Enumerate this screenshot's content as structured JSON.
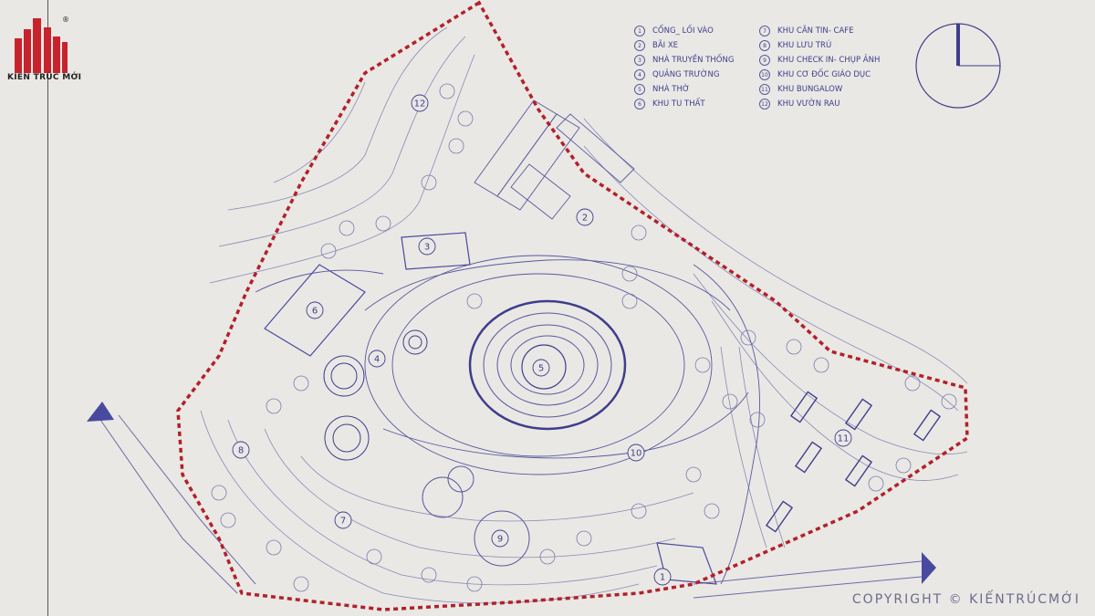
{
  "logo": {
    "brand": "KIEN TRÚC MỚI",
    "registered": "®"
  },
  "legend": [
    {
      "num": "1",
      "label": "CỔNG_ LỐI VÀO"
    },
    {
      "num": "2",
      "label": "BÃI XE"
    },
    {
      "num": "3",
      "label": "NHÀ TRUYỀN THỐNG"
    },
    {
      "num": "4",
      "label": "QUẢNG TRƯỜNG"
    },
    {
      "num": "5",
      "label": "NHÀ THỜ"
    },
    {
      "num": "6",
      "label": "KHU TU THẤT"
    },
    {
      "num": "7",
      "label": "KHU CĂN TIN- CAFE"
    },
    {
      "num": "8",
      "label": "KHU LƯU TRÚ"
    },
    {
      "num": "9",
      "label": "KHU CHECK IN- CHỤP ẢNH"
    },
    {
      "num": "10",
      "label": "KHU CƠ ĐỐC GIÁO DỤC"
    },
    {
      "num": "11",
      "label": "KHU BUNGALOW"
    },
    {
      "num": "12",
      "label": "KHU VƯỜN RAU"
    }
  ],
  "zone_markers": [
    {
      "num": "12"
    },
    {
      "num": "2"
    },
    {
      "num": "3"
    },
    {
      "num": "6"
    },
    {
      "num": "4"
    },
    {
      "num": "5"
    },
    {
      "num": "8"
    },
    {
      "num": "10"
    },
    {
      "num": "11"
    },
    {
      "num": "7"
    },
    {
      "num": "9"
    },
    {
      "num": "1"
    }
  ],
  "copyright": "COPYRIGHT © KIẾNTRÚCMỚI",
  "colors": {
    "paper": "#e9e8e4",
    "ink": "#3f3d8c",
    "boundary": "#b3202a",
    "logo_red": "#c8232c"
  }
}
